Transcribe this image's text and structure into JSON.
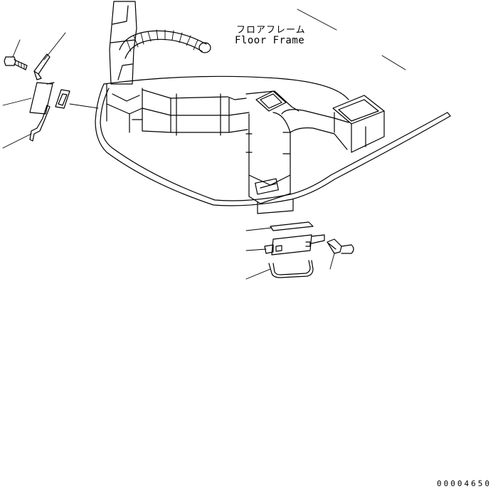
{
  "labels": {
    "floor_frame_jp": "フロアフレーム",
    "floor_frame_en": "Floor Frame",
    "drawing_number": "00004650"
  },
  "colors": {
    "line": "#000000",
    "background": "#ffffff"
  }
}
